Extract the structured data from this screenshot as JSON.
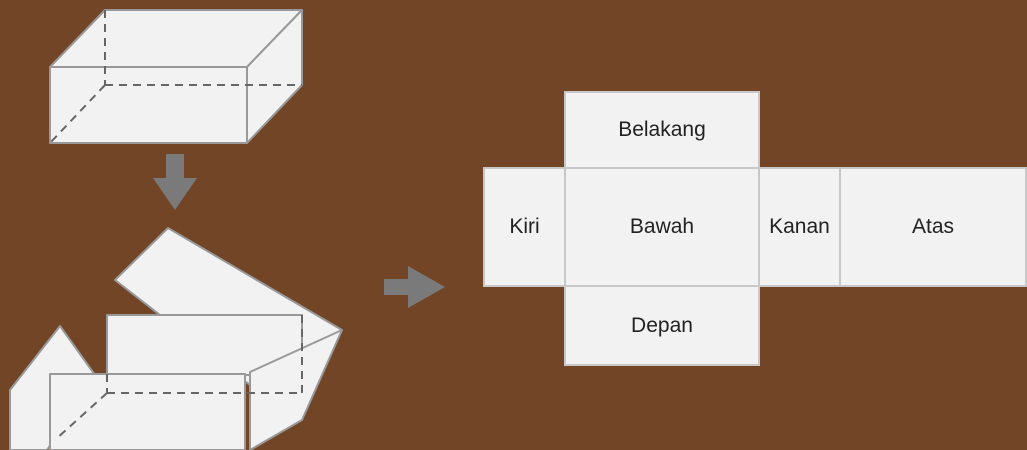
{
  "net": {
    "back": "Belakang",
    "left": "Kiri",
    "bottom": "Bawah",
    "right": "Kanan",
    "top": "Atas",
    "front": "Depan"
  },
  "colors": {
    "background": "#724526",
    "face": "#f2f2f2",
    "arrow": "#7a7a7a"
  },
  "icons": {
    "down_arrow": "down-arrow-icon",
    "right_arrow": "right-arrow-icon"
  }
}
